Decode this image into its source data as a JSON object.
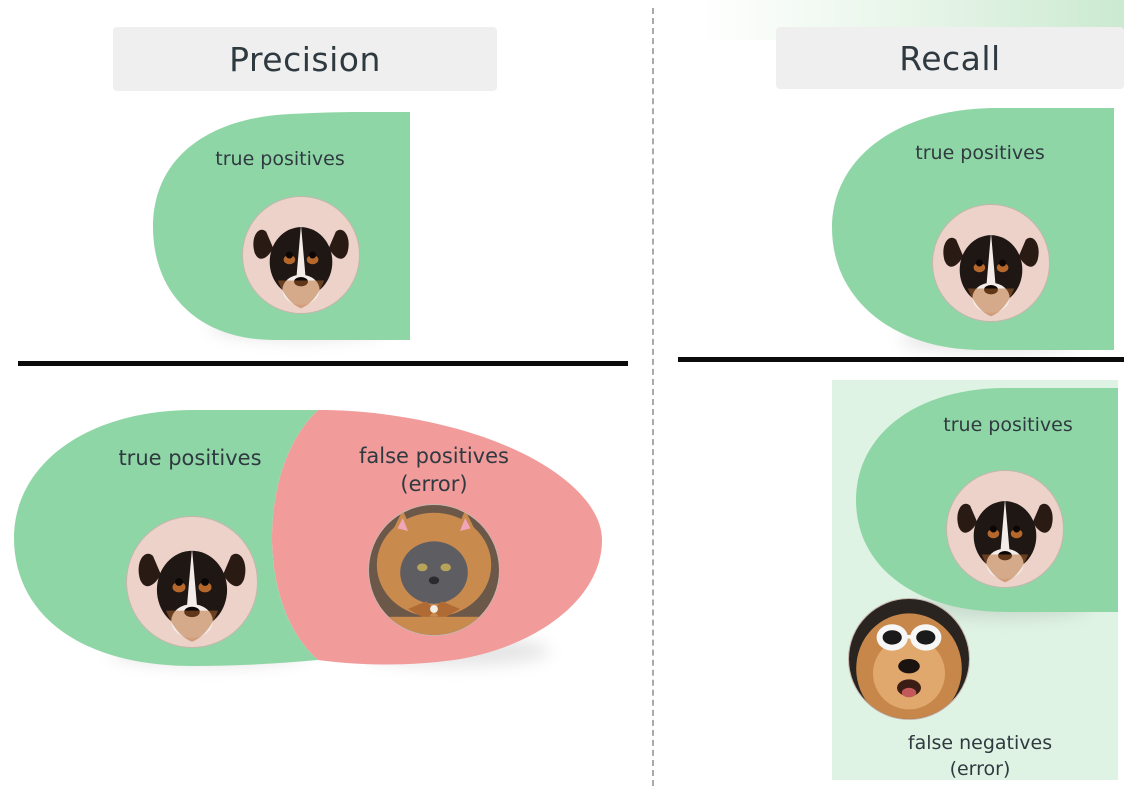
{
  "precision": {
    "title": "Precision",
    "top_label": "true positives",
    "bottom_left_label": "true positives",
    "bottom_right_label_line1": "false positives",
    "bottom_right_label_line2": "(error)"
  },
  "recall": {
    "title": "Recall",
    "top_label": "true positives",
    "bottom_label": "true positives",
    "fn_label_line1": "false negatives",
    "fn_label_line2": "(error)"
  },
  "colors": {
    "true_positive": "#8fd6a6",
    "false_positive": "#f19b9a",
    "false_negative_bg": "#dff3e4",
    "title_bg": "#efefef",
    "text": "#2f3a40"
  },
  "icons": {
    "dog_photo": "dog-photo-icon",
    "cat_photo": "cat-in-costume-photo-icon",
    "sunglasses_dog_photo": "dog-with-sunglasses-photo-icon"
  }
}
